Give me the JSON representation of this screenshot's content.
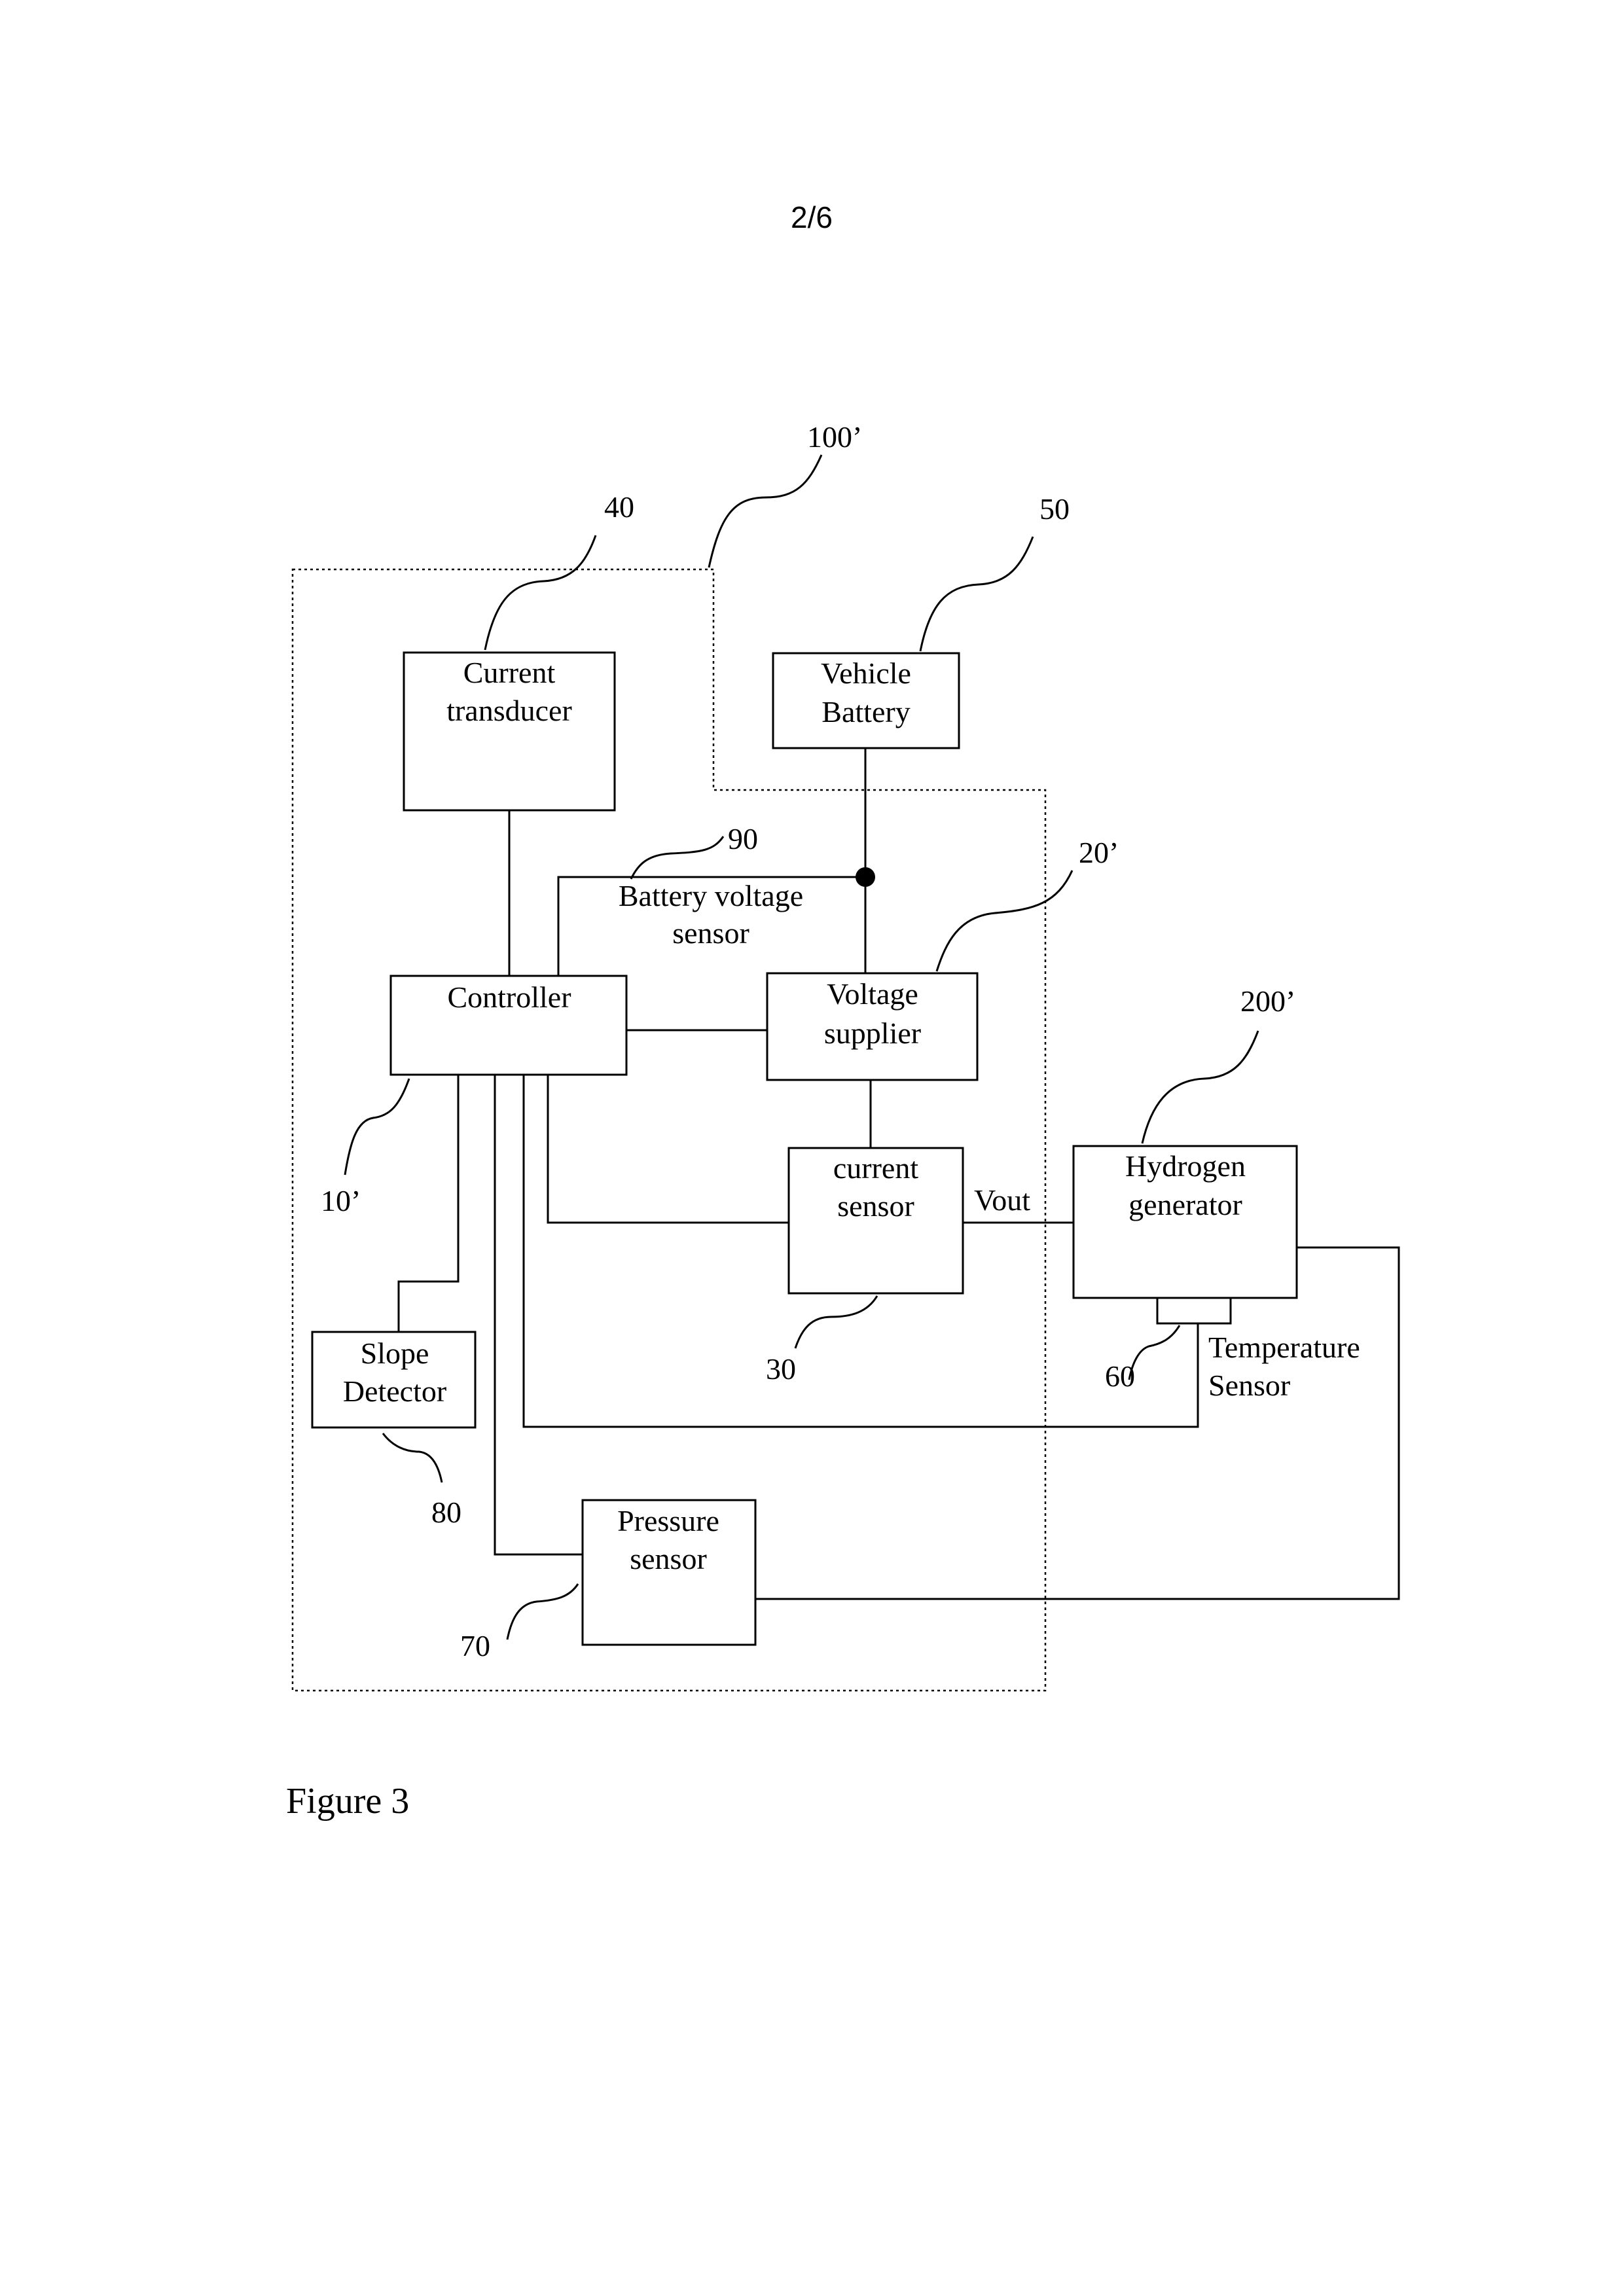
{
  "page_number": "2/6",
  "caption": "Figure 3",
  "blocks": {
    "current_transducer": {
      "line1": "Current",
      "line2": "transducer",
      "ref": "40"
    },
    "vehicle_battery": {
      "line1": "Vehicle",
      "line2": "Battery",
      "ref": "50"
    },
    "controller": {
      "line1": "Controller",
      "ref": "10’"
    },
    "voltage_supplier": {
      "line1": "Voltage",
      "line2": "supplier",
      "ref": "20’"
    },
    "current_sensor": {
      "line1": "current",
      "line2": "sensor",
      "ref": "30"
    },
    "hydrogen_generator": {
      "line1": "Hydrogen",
      "line2": "generator",
      "ref": "200’"
    },
    "slope_detector": {
      "line1": "Slope",
      "line2": "Detector",
      "ref": "80"
    },
    "pressure_sensor": {
      "line1": "Pressure",
      "line2": "sensor",
      "ref": "70"
    },
    "temperature_sensor": {
      "line1": "Temperature",
      "line2": "Sensor",
      "ref": "60"
    },
    "battery_voltage_sensor": {
      "line1": "Battery voltage",
      "line2": "sensor",
      "ref": "90"
    }
  },
  "system_ref": "100’",
  "signal_label": "Vout"
}
